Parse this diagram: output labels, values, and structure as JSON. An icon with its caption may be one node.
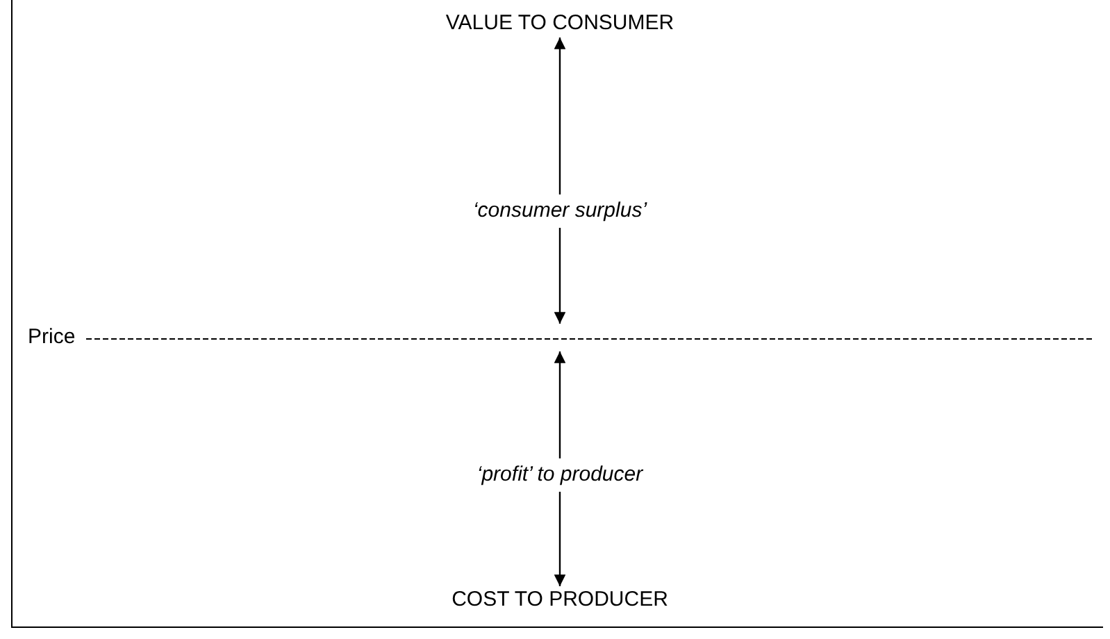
{
  "diagram": {
    "nodes": [
      {
        "text": [
          "VALUE TO CONSUMER"
        ]
      },
      {
        "text": [
          "‘consumer surplus’"
        ]
      },
      {
        "text": [
          "Price"
        ]
      },
      {
        "text": [
          "‘profit’ to producer"
        ]
      },
      {
        "text": [
          "COST TO PRODUCER"
        ]
      }
    ],
    "edges": [
      {
        "from": 1,
        "to": 0,
        "arrow": "to"
      },
      {
        "from": 1,
        "to": 2,
        "arrow": "to"
      },
      {
        "from": 3,
        "to": 2,
        "arrow": "to"
      },
      {
        "from": 3,
        "to": 4,
        "arrow": "to"
      }
    ]
  }
}
